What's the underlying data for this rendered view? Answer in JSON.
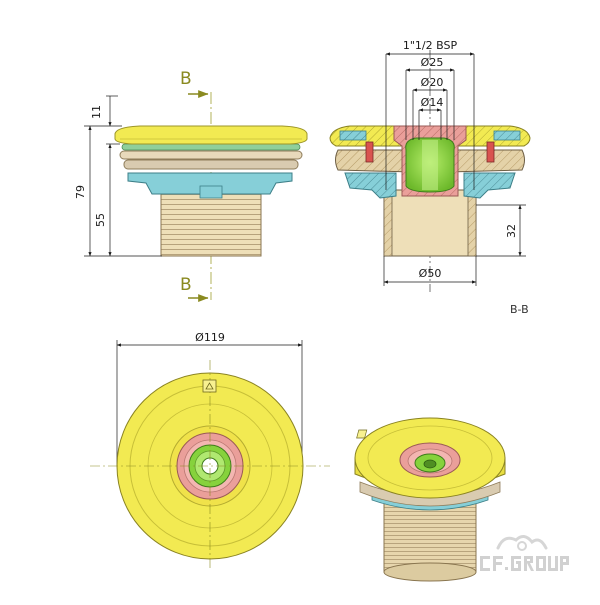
{
  "section_marker": "B",
  "side_view": {
    "dim_top_height": "11",
    "dim_total_height": "79",
    "dim_body_height": "55"
  },
  "section_view": {
    "thread_label": "1\"1/2 BSP",
    "dia_25": "Ø25",
    "dia_20": "Ø20",
    "dia_14": "Ø14",
    "dim_thread_length": "32",
    "dia_50": "Ø50",
    "section_label": "B-B"
  },
  "front_view": {
    "dia_119": "Ø119"
  },
  "logo": {
    "text": "CF GROUP"
  },
  "colors": {
    "flange": "#f2ea52",
    "flange_edge": "#d8cf3a",
    "insert": "#ea9f9a",
    "core": "#86d23c",
    "clamp": "#86cfd8",
    "gasket": "#d9cbb0",
    "body": "#eedfb8",
    "thread_line": "#b6a27c",
    "section_color": "#a0a032"
  }
}
